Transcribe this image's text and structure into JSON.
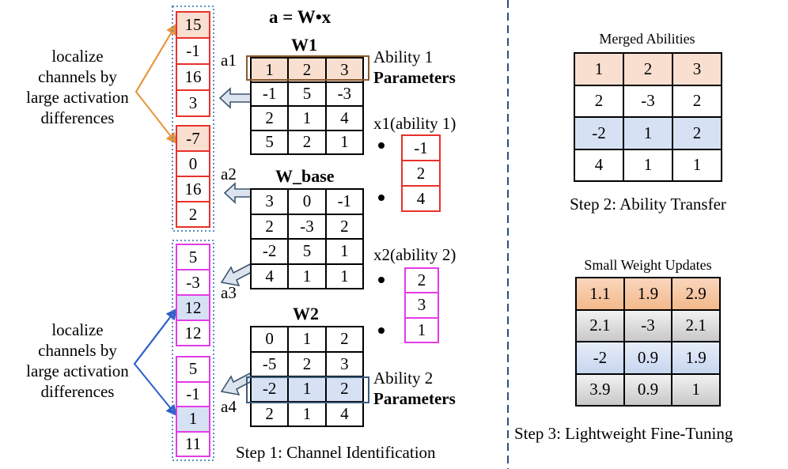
{
  "formula": "a = W•x",
  "locate_text": [
    "localize",
    "channels by",
    "large activation",
    "differences"
  ],
  "matrices": {
    "W1": {
      "name": "W1",
      "rows": [
        [
          "1",
          "2",
          "3"
        ],
        [
          "-1",
          "5",
          "-3"
        ],
        [
          "2",
          "1",
          "4"
        ],
        [
          "5",
          "2",
          "1"
        ]
      ]
    },
    "W_base": {
      "name": "W_base",
      "rows": [
        [
          "3",
          "0",
          "-1"
        ],
        [
          "2",
          "-3",
          "2"
        ],
        [
          "-2",
          "5",
          "1"
        ],
        [
          "4",
          "1",
          "1"
        ]
      ]
    },
    "W2": {
      "name": "W2",
      "rows": [
        [
          "0",
          "1",
          "2"
        ],
        [
          "-5",
          "2",
          "3"
        ],
        [
          "-2",
          "1",
          "2"
        ],
        [
          "2",
          "1",
          "4"
        ]
      ]
    }
  },
  "ability1": {
    "line1": "Ability 1",
    "line2": "Parameters"
  },
  "ability2": {
    "line1": "Ability 2",
    "line2": "Parameters"
  },
  "inputs": {
    "x1": {
      "label": "x1(ability 1)",
      "values": [
        "-1",
        "2",
        "4"
      ]
    },
    "x2": {
      "label": "x2(ability 2)",
      "values": [
        "2",
        "3",
        "1"
      ]
    }
  },
  "activations": {
    "a1": {
      "label": "a1",
      "values": [
        "15",
        "-1",
        "16",
        "3"
      ]
    },
    "a2": {
      "label": "a2",
      "values": [
        "-7",
        "0",
        "16",
        "2"
      ]
    },
    "a3": {
      "label": "a3",
      "values": [
        "5",
        "-3",
        "12",
        "12"
      ]
    },
    "a4": {
      "label": "a4",
      "values": [
        "5",
        "-1",
        "1",
        "11"
      ]
    }
  },
  "merged": {
    "title": "Merged Abilities",
    "rows": [
      [
        "1",
        "2",
        "3"
      ],
      [
        "2",
        "-3",
        "2"
      ],
      [
        "-2",
        "1",
        "2"
      ],
      [
        "4",
        "1",
        "1"
      ]
    ]
  },
  "small": {
    "title": "Small Weight Updates",
    "rows": [
      [
        "1.1",
        "1.9",
        "2.9"
      ],
      [
        "2.1",
        "-3",
        "2.1"
      ],
      [
        "-2",
        "0.9",
        "1.9"
      ],
      [
        "3.9",
        "0.9",
        "1"
      ]
    ]
  },
  "steps": {
    "step1": "Step 1: Channel Identification",
    "step2": "Step 2: Ability Transfer",
    "step3": "Step 3: Lightweight Fine-Tuning"
  },
  "colors": {
    "orange": "#e8943a",
    "orange_fill": "#f9dfd0",
    "blue_fill": "#d6e2f4",
    "blue": "#2b5fc9",
    "red": "#e8312a",
    "magenta": "#e23ce6",
    "gray_fill": "#d8d8d8",
    "dotted": "#5b8bc7",
    "divider": "#2c4f7c",
    "hl_brown": "#8a5a2b",
    "hl_blue": "#3b5a7a"
  }
}
